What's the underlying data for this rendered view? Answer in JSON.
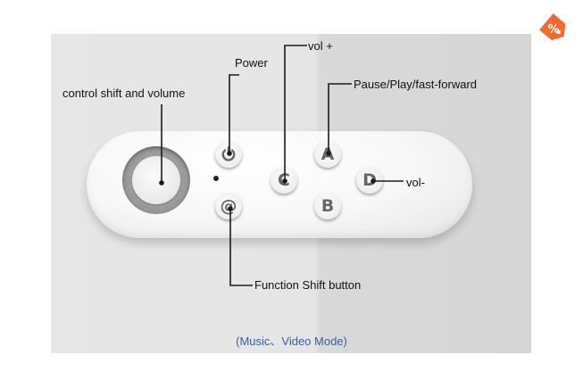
{
  "colors": {
    "caption": "#3a5f99",
    "tag": "#f26a2e",
    "lines": "#1a1a1a"
  },
  "icons": {
    "corner": "discount-tag-icon",
    "power": "power-icon"
  },
  "labels": {
    "power": "Power",
    "vol_plus": "vol +",
    "pause_play": "Pause/Play/fast-forward",
    "control_shift": "control shift and volume",
    "vol_minus": "vol-",
    "function_shift": "Function Shift button"
  },
  "buttons": {
    "c": "C",
    "a": "A",
    "b": "B",
    "d": "D",
    "at": "@"
  },
  "caption": "(Music、Video Mode)",
  "tag_symbol": "%"
}
